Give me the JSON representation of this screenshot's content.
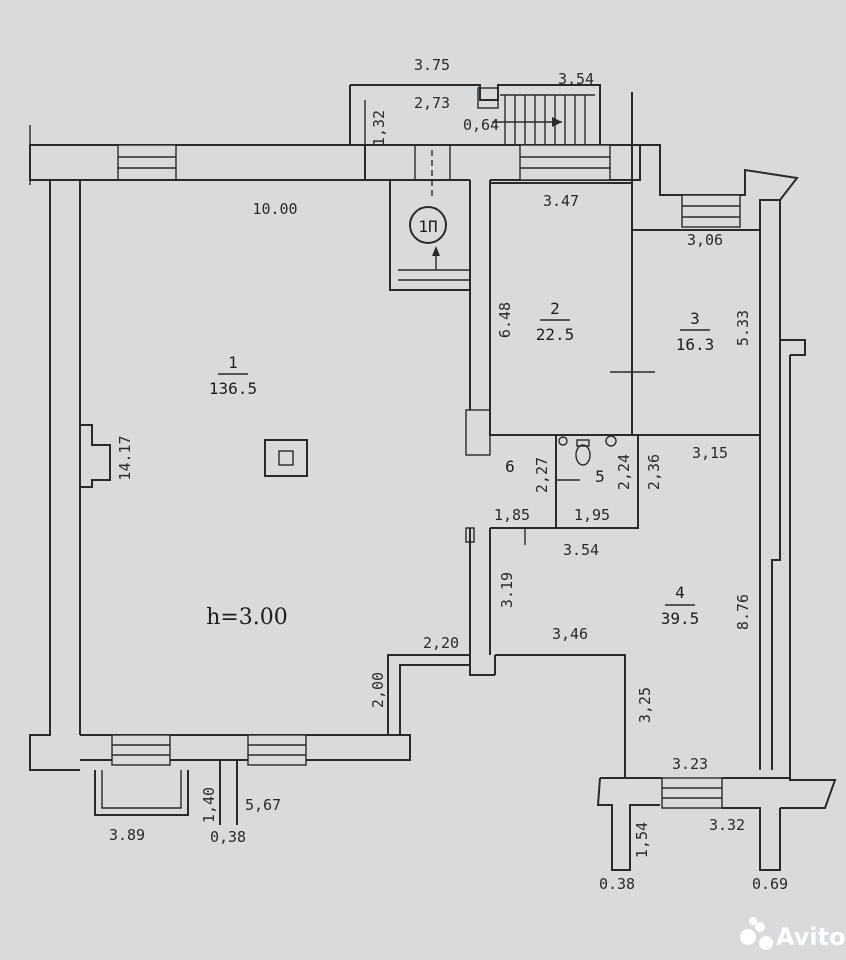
{
  "rooms": [
    {
      "number": "1",
      "area": "136.5"
    },
    {
      "number": "2",
      "area": "22.5"
    },
    {
      "number": "3",
      "area": "16.3"
    },
    {
      "number": "4",
      "area": "39.5"
    },
    {
      "number": "5"
    },
    {
      "number": "6"
    }
  ],
  "ceiling_height": "h=3.00",
  "stair_marker": "1П",
  "dimensions": {
    "d_3_75": "3.75",
    "d_3_54_top": "3,54",
    "d_2_73": "2,73",
    "d_1_32": "1,32",
    "d_0_64": "0,64",
    "d_10_00": "10.00",
    "d_3_47": "3.47",
    "d_3_06": "3,06",
    "d_6_48": "6.48",
    "d_5_33": "5.33",
    "d_14_17": "14.17",
    "d_2_27": "2,27",
    "d_2_24": "2,24",
    "d_2_36": "2,36",
    "d_3_15": "3,15",
    "d_1_85": "1,85",
    "d_1_95": "1,95",
    "d_3_54": "3.54",
    "d_3_19": "3.19",
    "d_2_20": "2,20",
    "d_3_46": "3,46",
    "d_8_76": "8.76",
    "d_2_00": "2,00",
    "d_3_25": "3,25",
    "d_3_23": "3.23",
    "d_1_40": "1,40",
    "d_5_67": "5,67",
    "d_3_89": "3.89",
    "d_0_38_left": "0,38",
    "d_1_54": "1,54",
    "d_3_32": "3.32",
    "d_0_38_right": "0.38",
    "d_0_69": "0.69"
  },
  "watermark": "Avito",
  "colors": {
    "background": "#d9dadc",
    "line": "#2a2a2a",
    "watermark": "#ffffff"
  }
}
